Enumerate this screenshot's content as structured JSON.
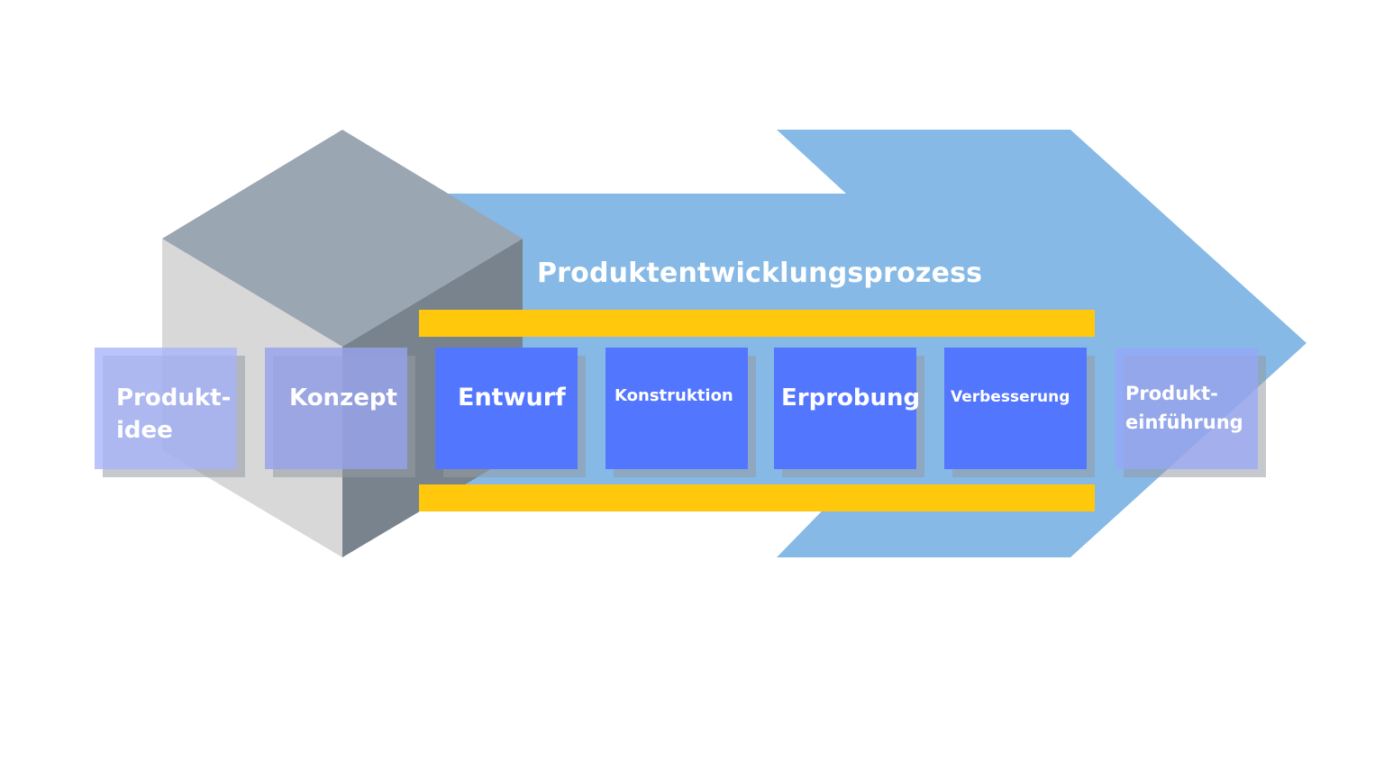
{
  "title": "Produktentwicklungsprozess",
  "steps": [
    {
      "label": "Produkt-\nidee",
      "emphasis": "faded"
    },
    {
      "label": "Konzept",
      "emphasis": "faded"
    },
    {
      "label": "Entwurf",
      "emphasis": "core"
    },
    {
      "label": "Konstruktion",
      "emphasis": "core"
    },
    {
      "label": "Erprobung",
      "emphasis": "core"
    },
    {
      "label": "Verbesserung",
      "emphasis": "core"
    },
    {
      "label": "Produkt-\neinführung",
      "emphasis": "faded"
    }
  ],
  "colors": {
    "arrow": "#86b9e6",
    "cube_top": "#9aa6b2",
    "cube_left": "#d8d8d8",
    "cube_right": "#78838d",
    "bracket": "#ffc80d",
    "core_box": "#5376ff",
    "faded_box": "#aab5f5",
    "text": "#ffffff"
  }
}
